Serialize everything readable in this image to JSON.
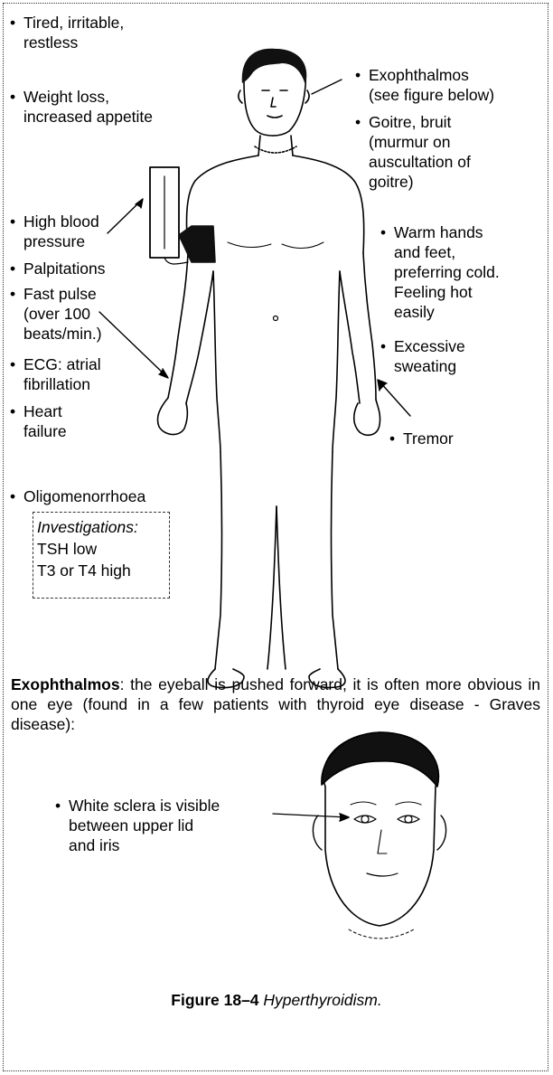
{
  "left_labels": [
    {
      "bullet": "•",
      "lines": [
        "Tired, irritable,",
        "restless"
      ]
    },
    {
      "bullet": "•",
      "lines": [
        "Weight loss,",
        "increased appetite"
      ]
    },
    {
      "bullet": "•",
      "lines": [
        "High blood",
        "pressure"
      ]
    },
    {
      "bullet": "•",
      "lines": [
        "Palpitations"
      ]
    },
    {
      "bullet": "•",
      "lines": [
        "Fast pulse",
        "(over 100",
        "beats/min.)"
      ]
    },
    {
      "bullet": "•",
      "lines": [
        "ECG: atrial",
        "fibrillation"
      ]
    },
    {
      "bullet": "•",
      "lines": [
        "Heart",
        "failure"
      ]
    },
    {
      "bullet": "•",
      "lines": [
        "Oligomenorrhoea"
      ]
    }
  ],
  "right_labels": [
    {
      "bullet": "•",
      "lines": [
        "Exophthalmos",
        "(see figure below)"
      ]
    },
    {
      "bullet": "•",
      "lines": [
        "Goitre, bruit",
        "(murmur on",
        "auscultation of",
        "goitre)"
      ]
    },
    {
      "bullet": "•",
      "lines": [
        "Warm hands",
        "and feet,",
        "preferring cold.",
        "Feeling hot",
        "easily"
      ]
    },
    {
      "bullet": "•",
      "lines": [
        "Excessive",
        "sweating"
      ]
    },
    {
      "bullet": "•",
      "lines": [
        "Tremor"
      ]
    }
  ],
  "investigations": {
    "title": "Investigations:",
    "rows": [
      "TSH low",
      "T3 or T4 high"
    ]
  },
  "exophthalmos_caption": {
    "term": "Exophthalmos",
    "text": ": the eyeball is pushed forward, it is often more obvious in one eye (found in a few patients with thyroid eye disease - Graves disease):"
  },
  "face_label": {
    "bullet": "•",
    "lines": [
      "White sclera is visible",
      "between upper lid",
      "and iris"
    ]
  },
  "figure_caption": {
    "number": "Figure 18–4",
    "title": "Hyperthyroidism."
  }
}
